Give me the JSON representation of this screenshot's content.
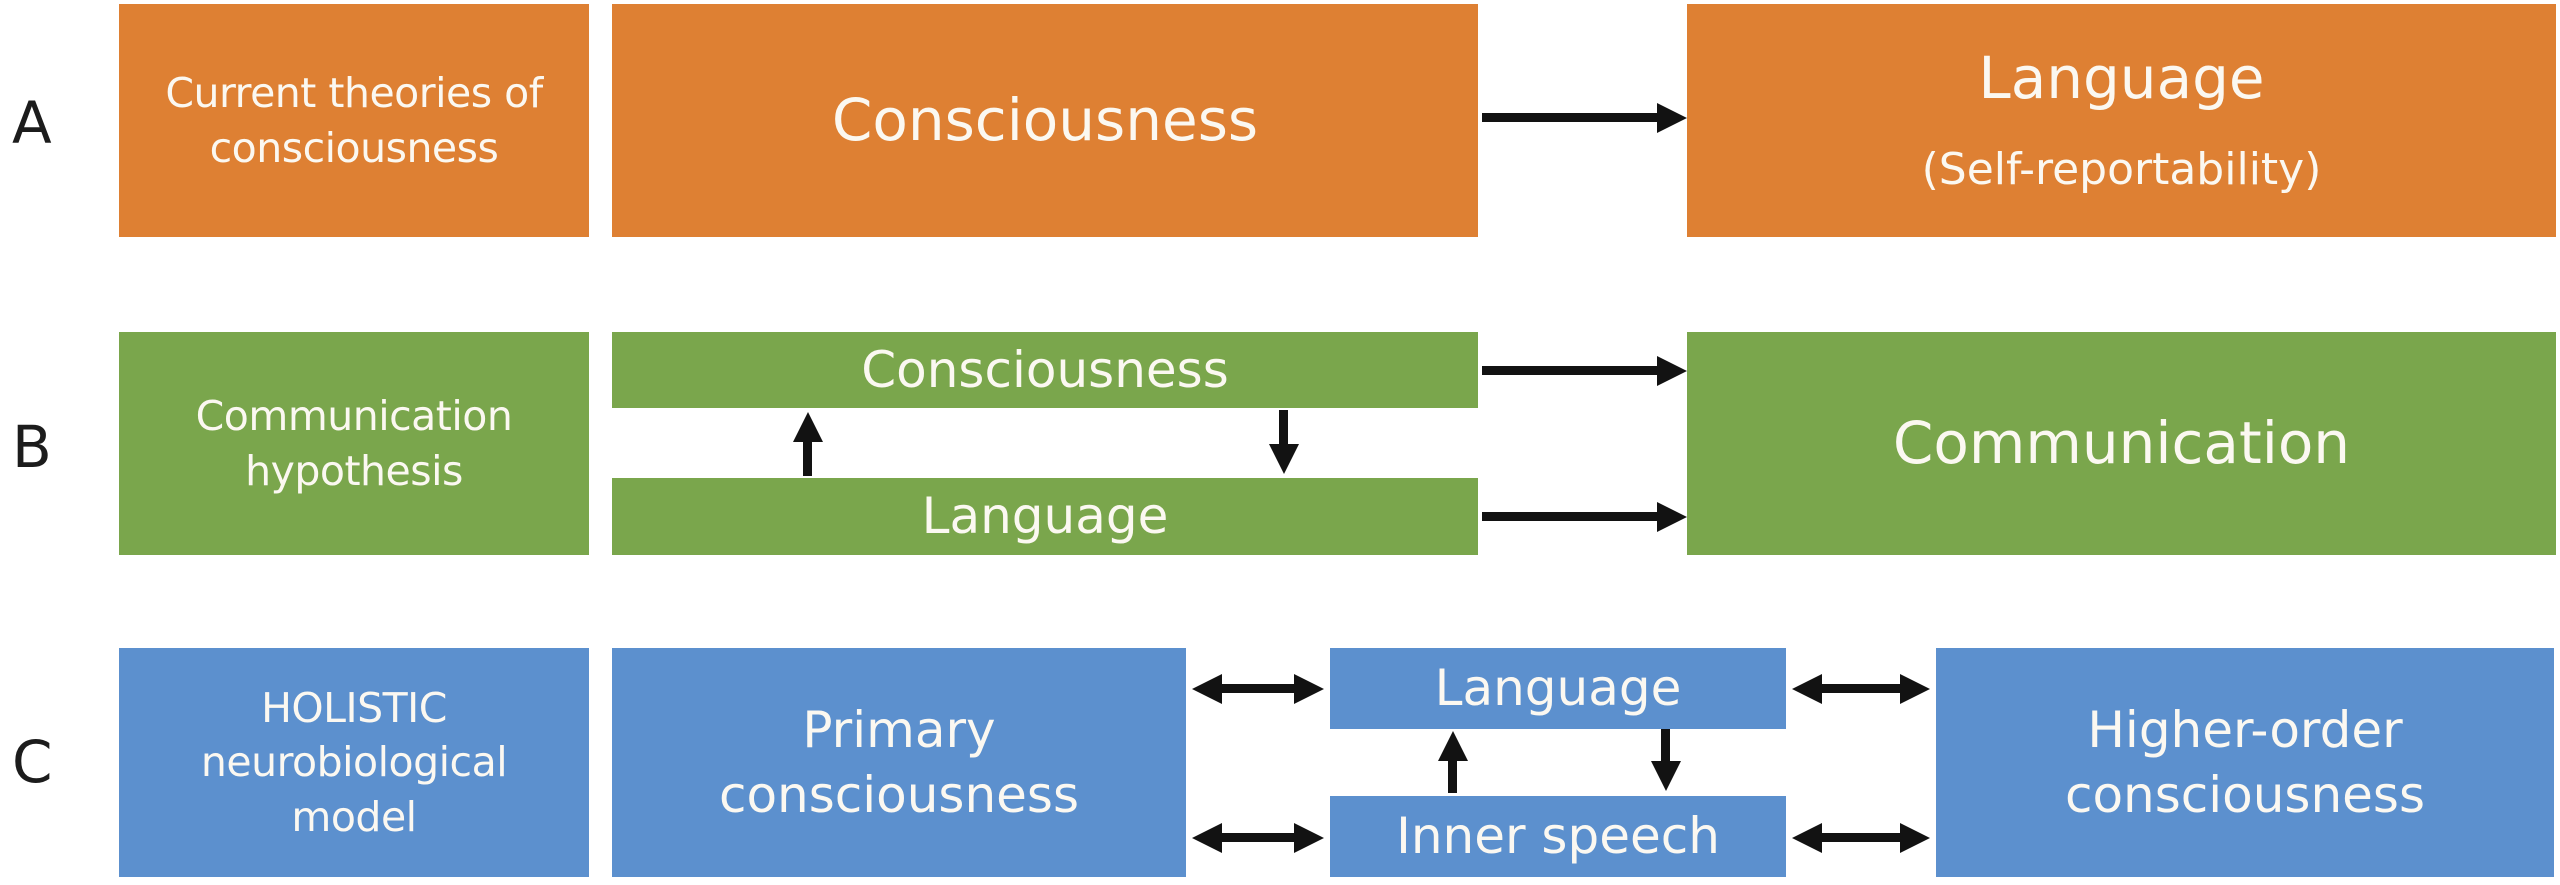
{
  "palette": {
    "orange": "#DE8033",
    "green": "#7AA64C",
    "blue": "#5C90CE",
    "arrow": "#121212",
    "box_text": "#FBF8F1",
    "label_text": "#1C1C1C"
  },
  "row_a": {
    "label": "A",
    "left_box": [
      "Current theories of",
      "consciousness"
    ],
    "mid_box": "Consciousness",
    "right_box_title": "Language",
    "right_box_subtitle": "(Self-reportability)"
  },
  "row_b": {
    "label": "B",
    "left_box": [
      "Communication",
      "hypothesis"
    ],
    "top_box": "Consciousness",
    "bottom_box": "Language",
    "right_box": "Communication"
  },
  "row_c": {
    "label": "C",
    "left_box": [
      "HOLISTIC",
      "neurobiological",
      "model"
    ],
    "primary_box": [
      "Primary",
      "consciousness"
    ],
    "language_box": "Language",
    "inner_speech_box": "Inner speech",
    "higher_box": [
      "Higher-order",
      "consciousness"
    ]
  }
}
